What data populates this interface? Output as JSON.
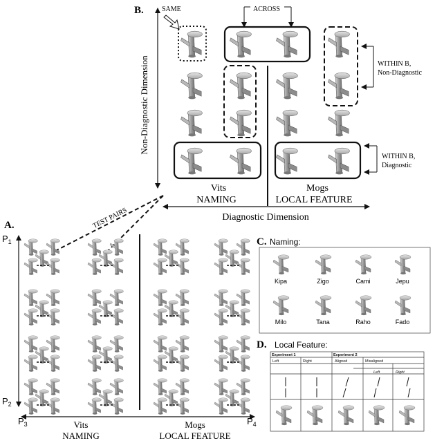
{
  "panel_b": {
    "panel_label": "B.",
    "same_label": "SAME",
    "across_label": "ACROSS",
    "within_nondiag_line1": "WITHIN B,",
    "within_nondiag_line2": "Non-Diagnostic",
    "within_diag_line1": "WITHIN B,",
    "within_diag_line2": "Diagnostic",
    "y_axis_label": "Non-Diagnostic Dimension",
    "group_left_line1": "Vits",
    "group_left_line2": "NAMING",
    "group_right_line1": "Mogs",
    "group_right_line2": "LOCAL FEATURE",
    "x_axis_label": "Diagnostic Dimension",
    "test_pairs_label": "TEST PAIRS"
  },
  "panel_a": {
    "panel_label": "A.",
    "p1": "P",
    "p1_sub": "1",
    "p2": "P",
    "p2_sub": "2",
    "p3": "P",
    "p3_sub": "3",
    "p4": "P",
    "p4_sub": "4",
    "group_left_line1": "Vits",
    "group_left_line2": "NAMING",
    "group_right_line1": "Mogs",
    "group_right_line2": "LOCAL FEATURE"
  },
  "panel_c": {
    "panel_label": "C.",
    "title": "Naming:",
    "names": [
      "Kipa",
      "Zigo",
      "Cami",
      "Jepu",
      "Milo",
      "Tana",
      "Raho",
      "Fado"
    ]
  },
  "panel_d": {
    "panel_label": "D.",
    "title": "Local Feature:",
    "exp1": "Experiment 1",
    "exp2": "Experiment 2",
    "left": "Left",
    "right": "Right",
    "aligned": "Aligned",
    "misaligned": "Misaligned",
    "mis_left": "Left",
    "mis_right": "Right"
  }
}
